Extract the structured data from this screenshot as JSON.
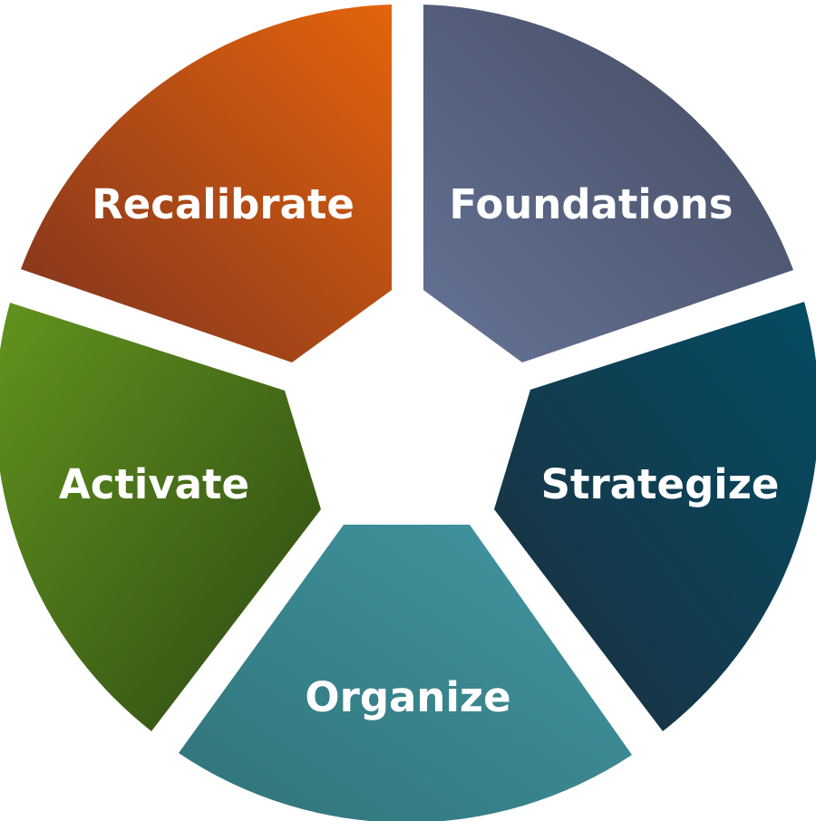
{
  "segments": [
    {
      "label": "Foundations",
      "color_light": "#657396",
      "color_dark": "#434a5f"
    },
    {
      "label": "Strategize",
      "color_light": "#044c63",
      "color_dark": "#1d2e3e"
    },
    {
      "label": "Organize",
      "color_light": "#4297a3",
      "color_dark": "#307378"
    },
    {
      "label": "Activate",
      "color_light": "#63931e",
      "color_dark": "#2c4813"
    },
    {
      "label": "Recalibrate",
      "color_light": "#e4640c",
      "color_dark": "#7d321f"
    }
  ]
}
